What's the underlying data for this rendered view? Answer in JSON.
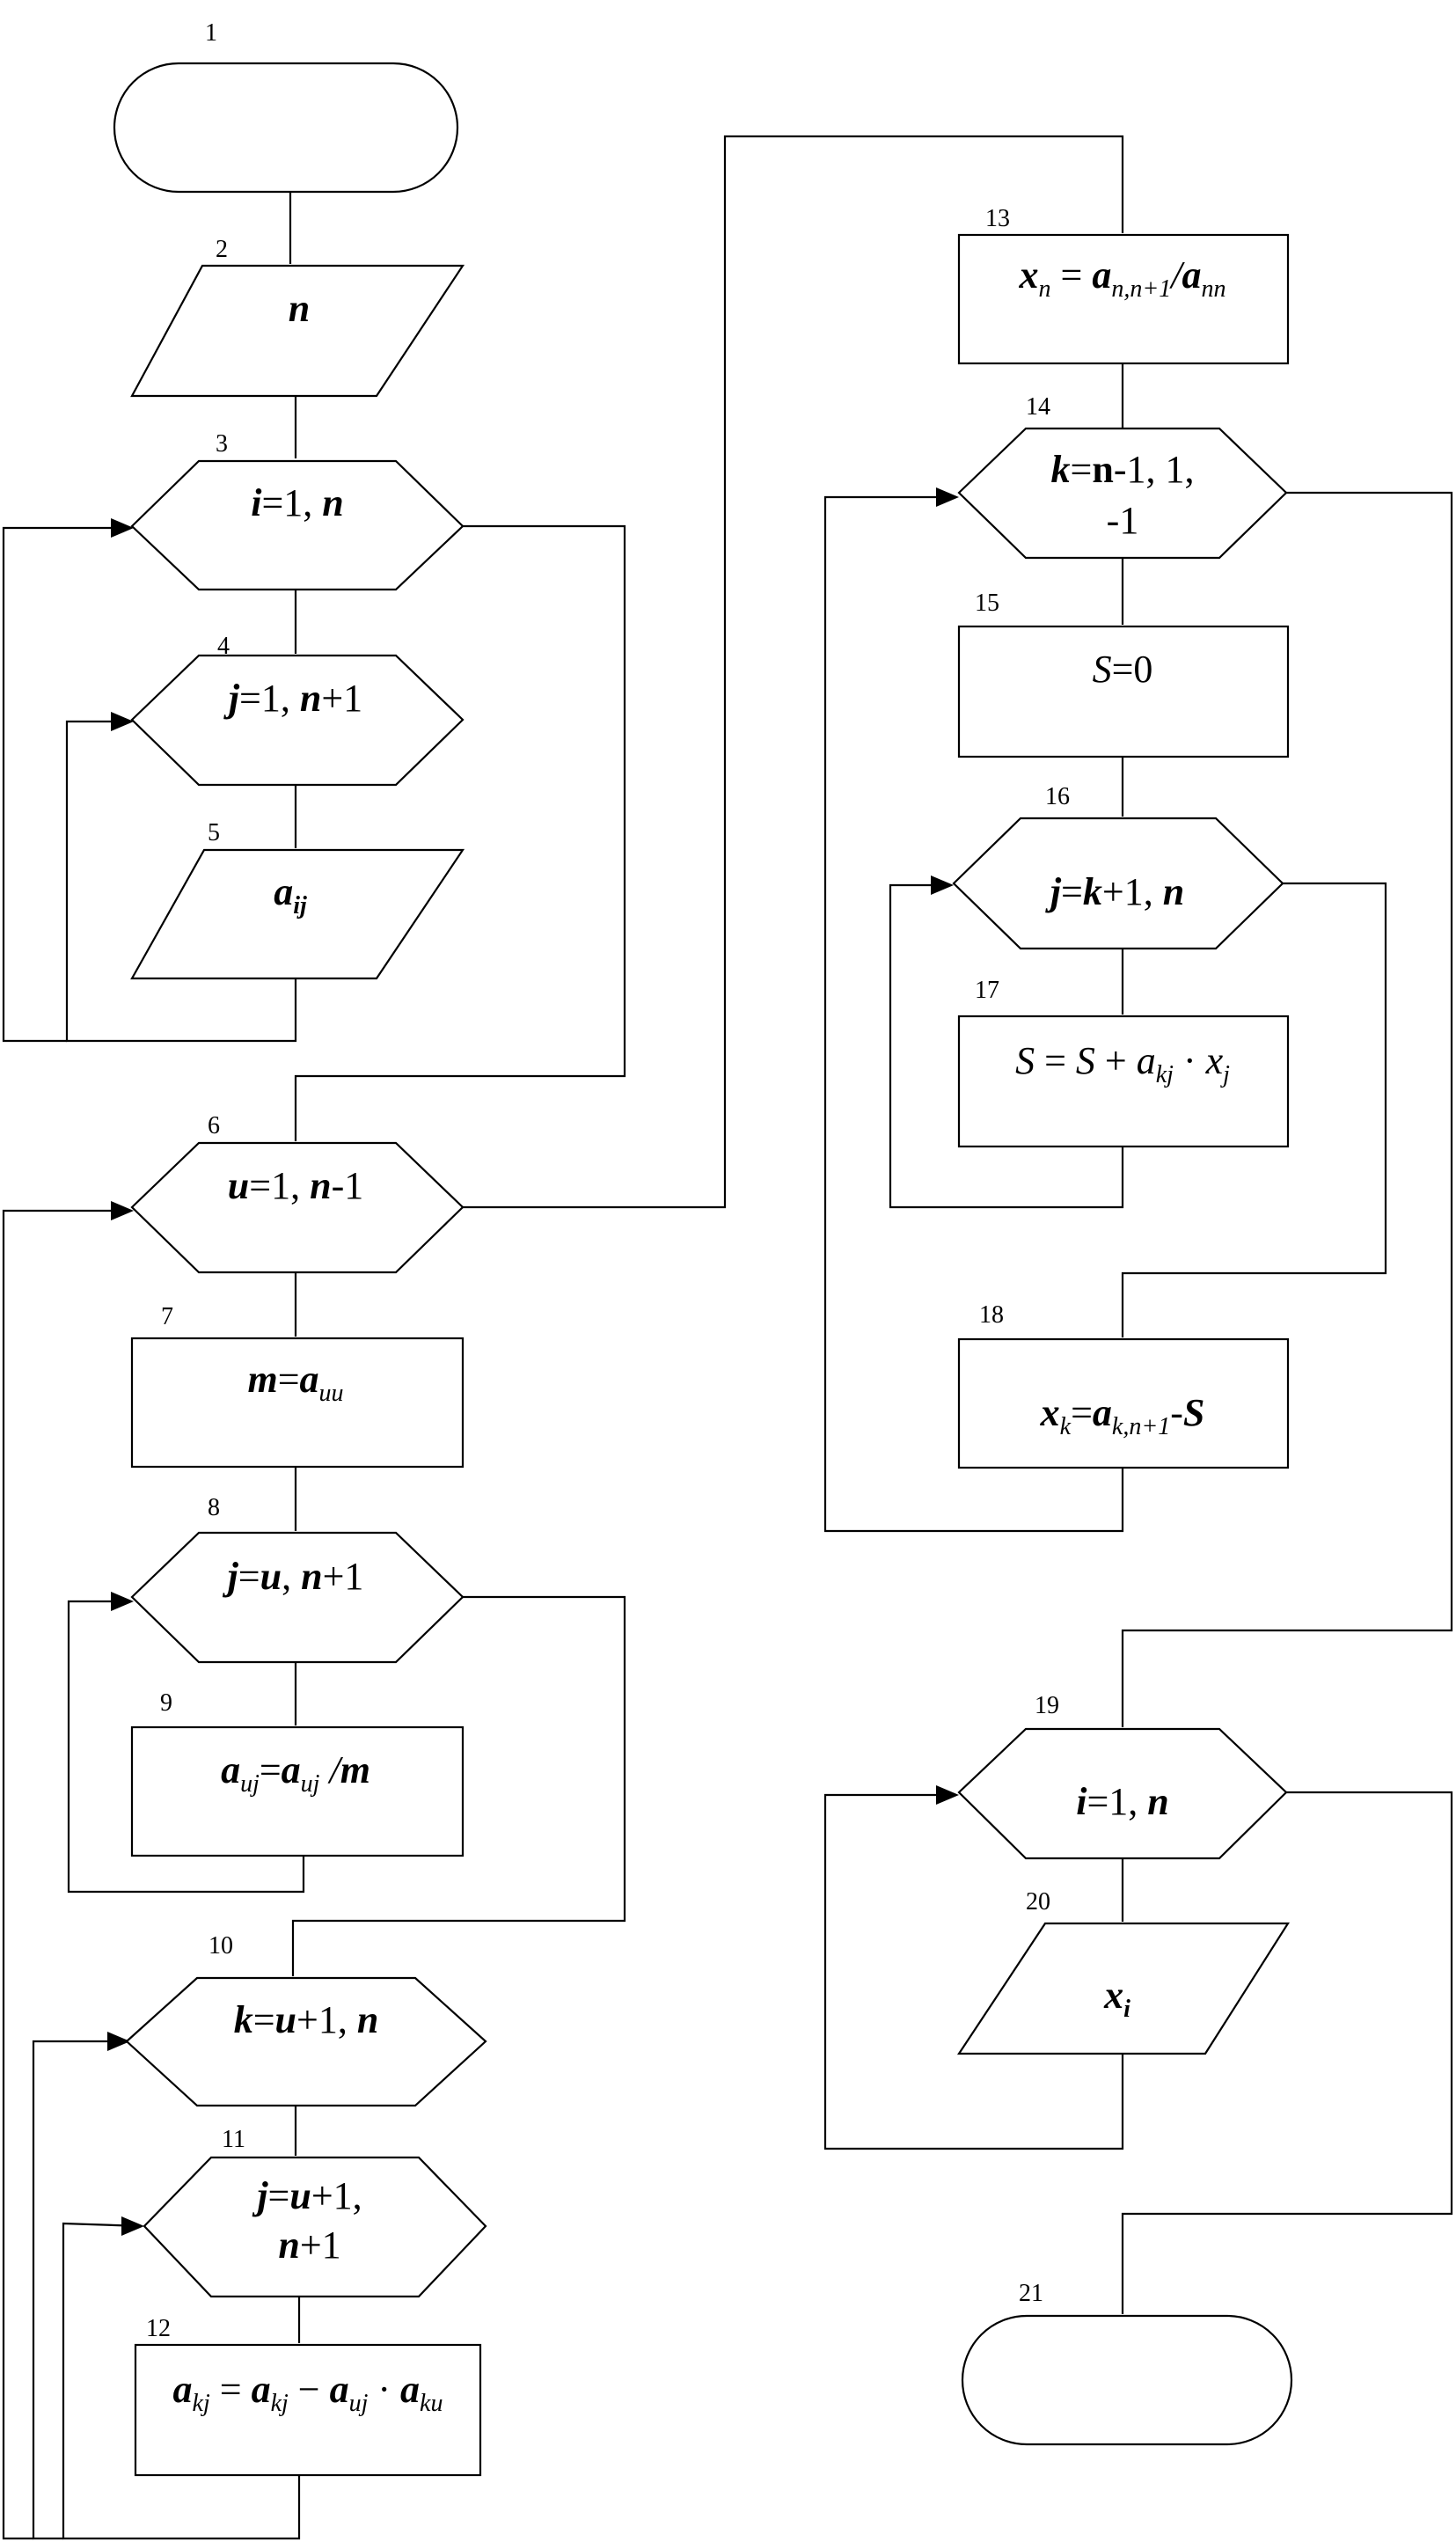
{
  "numbers": [
    "1",
    "2",
    "3",
    "4",
    "5",
    "6",
    "7",
    "8",
    "9",
    "10",
    "11",
    "12",
    "13",
    "14",
    "15",
    "16",
    "17",
    "18",
    "19",
    "20",
    "21"
  ],
  "b2": {
    "n": "n"
  },
  "b3": {
    "i": "i",
    "eq": "=1, ",
    "n": "n"
  },
  "b4": {
    "j": "j",
    "eq": "=1, ",
    "n": "n",
    "tail": "+1"
  },
  "b5": {
    "a": "a",
    "sub": "ij"
  },
  "b6": {
    "u": "u",
    "eq": "=1, ",
    "n": "n",
    "tail": "-1"
  },
  "b7": {
    "m": "m",
    "eq": "=",
    "a": "a",
    "sub": "uu"
  },
  "b8": {
    "j": "j",
    "eq": "=",
    "u": "u",
    "comma": ", ",
    "n": "n",
    "tail": "+1"
  },
  "b9": {
    "a1": "a",
    "sub1": "uj",
    "eq": "=",
    "a2": "a",
    "sub2": "uj",
    "div": " /",
    "m": "m"
  },
  "b10": {
    "k": "k",
    "eq": "=",
    "u": "u",
    "plus": "+1, ",
    "n": "n"
  },
  "b11": {
    "j": "j",
    "eq": "=",
    "u": "u",
    "plus": "+1,",
    "n": "n",
    "tail": "+1"
  },
  "b12": {
    "a1": "a",
    "sub1": "kj",
    "eq": " = ",
    "a2": "a",
    "sub2": "kj",
    "minus": " − ",
    "a3": "a",
    "sub3": "uj",
    "dot": " · ",
    "a4": "a",
    "sub4": "ku"
  },
  "b13": {
    "x": "x",
    "xsub": "n",
    "eq": " = ",
    "a1": "a",
    "sub1": "n,n+1",
    "div": "/",
    "a2": "a",
    "sub2": "nn"
  },
  "b14": {
    "k": "k",
    "eq": "=",
    "n": "n",
    "tail": "-1,  1,",
    "line2": "-1"
  },
  "b15": {
    "s": "S",
    "eq": "=0"
  },
  "b16": {
    "j": "j",
    "eq": "=",
    "k": "k",
    "plus": "+1, ",
    "n": "n"
  },
  "b17": {
    "s1": "S",
    "eq": " = ",
    "s2": "S",
    "plus": " + ",
    "a": "a",
    "sub": "kj",
    "dot": " · ",
    "x": "x",
    "xsub": "j"
  },
  "b18": {
    "x": "x",
    "xsub": "k",
    "eq": "=",
    "a": "a",
    "sub": "k,n+1",
    "minus": "-",
    "s": "S"
  },
  "b19": {
    "i": "i",
    "eq": "=1, ",
    "n": "n"
  },
  "b20": {
    "x": "x",
    "sub": "i"
  }
}
